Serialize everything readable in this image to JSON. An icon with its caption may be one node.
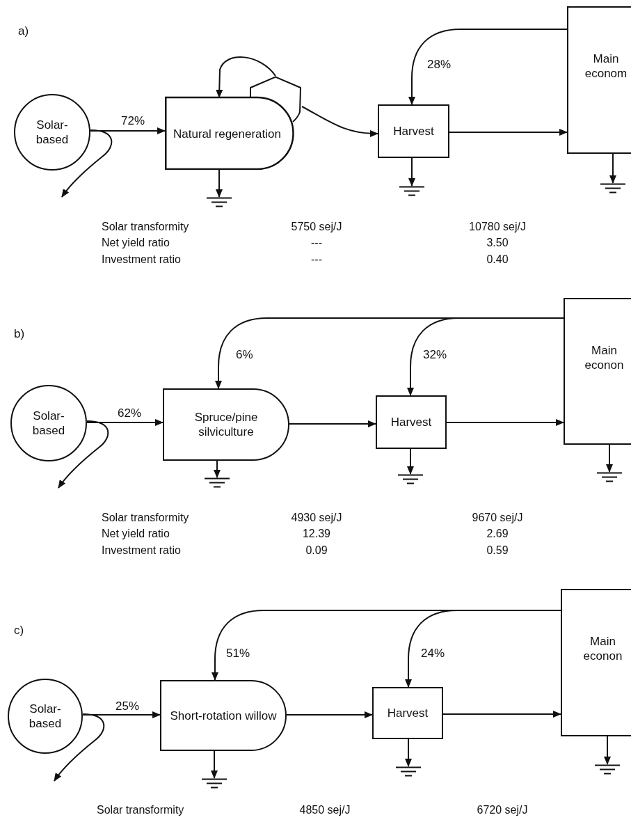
{
  "diagram": {
    "nodes": [
      {
        "text": [
          "Solar-based"
        ]
      },
      {
        "text": [
          "Natural regeneration"
        ]
      },
      {
        "text": [
          "Harvest"
        ]
      },
      {
        "text": [
          "Main econom"
        ]
      },
      {
        "text": [],
        "shape": "ground"
      },
      {
        "text": [],
        "shape": "ground"
      },
      {
        "text": [],
        "shape": "ground"
      },
      {
        "text": [
          "Solar-based"
        ]
      },
      {
        "text": [
          "Spruce/pine silviculture"
        ]
      },
      {
        "text": [
          "Harvest"
        ]
      },
      {
        "text": [
          "Main econon"
        ]
      },
      {
        "text": [],
        "shape": "ground"
      },
      {
        "text": [],
        "shape": "ground"
      },
      {
        "text": [],
        "shape": "ground"
      },
      {
        "text": [
          "Solar-based"
        ]
      },
      {
        "text": [
          "Short-rotation willow"
        ]
      },
      {
        "text": [
          "Harvest"
        ]
      },
      {
        "text": [
          "Main econon"
        ]
      },
      {
        "text": [],
        "shape": "ground"
      },
      {
        "text": [],
        "shape": "ground"
      },
      {
        "text": [],
        "shape": "ground"
      }
    ],
    "edges": [
      {
        "from": 0,
        "to": 1,
        "arrow": "to",
        "label": "72%"
      },
      {
        "from": 0,
        "to": null,
        "arrow": "to"
      },
      {
        "from": 1,
        "to": 1,
        "arrow": "to"
      },
      {
        "from": 1,
        "to": 2,
        "arrow": "to"
      },
      {
        "from": 3,
        "to": 2,
        "arrow": "to",
        "label": "28%"
      },
      {
        "from": 2,
        "to": 3,
        "arrow": "to"
      },
      {
        "from": 1,
        "to": 4,
        "arrow": "to"
      },
      {
        "from": 2,
        "to": 5,
        "arrow": "to"
      },
      {
        "from": 3,
        "to": 6,
        "arrow": "to"
      },
      {
        "from": 7,
        "to": 8,
        "arrow": "to",
        "label": "62%"
      },
      {
        "from": 7,
        "to": null,
        "arrow": "to"
      },
      {
        "from": 10,
        "to": 8,
        "arrow": "to",
        "label": "6%"
      },
      {
        "from": 10,
        "to": 9,
        "arrow": "to",
        "label": "32%"
      },
      {
        "from": 8,
        "to": 9,
        "arrow": "to"
      },
      {
        "from": 9,
        "to": 10,
        "arrow": "to"
      },
      {
        "from": 8,
        "to": 11,
        "arrow": "to"
      },
      {
        "from": 9,
        "to": 12,
        "arrow": "to"
      },
      {
        "from": 10,
        "to": 13,
        "arrow": "to"
      },
      {
        "from": 14,
        "to": 15,
        "arrow": "to",
        "label": "25%"
      },
      {
        "from": 14,
        "to": null,
        "arrow": "to"
      },
      {
        "from": 17,
        "to": 15,
        "arrow": "to",
        "label": "51%"
      },
      {
        "from": 17,
        "to": 16,
        "arrow": "to",
        "label": "24%"
      },
      {
        "from": 15,
        "to": 16,
        "arrow": "to"
      },
      {
        "from": 16,
        "to": 17,
        "arrow": "to"
      },
      {
        "from": 15,
        "to": 18,
        "arrow": "to"
      },
      {
        "from": 16,
        "to": 19,
        "arrow": "to"
      },
      {
        "from": 17,
        "to": 20,
        "arrow": "to"
      }
    ],
    "labels": [
      "a)",
      "Solar transformity",
      "5750 sej/J",
      "10780 sej/J",
      "Net yield ratio",
      "---",
      "3.50",
      "Investment ratio",
      "---",
      "0.40",
      "b)",
      "Solar transformity",
      "4930 sej/J",
      "9670 sej/J",
      "Net yield ratio",
      "12.39",
      "2.69",
      "Investment ratio",
      "0.09",
      "0.59",
      "c)",
      "Solar transformity",
      "4850 sej/J",
      "6720 sej/J"
    ]
  }
}
